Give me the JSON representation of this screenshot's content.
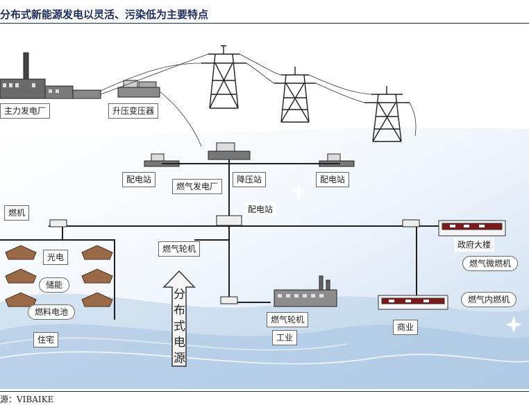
{
  "header": {
    "title": "分布式新能源发电以灵活、污染低为主要特点",
    "source": "源：VIBAIKE"
  },
  "diagram": {
    "labels": {
      "main_plant": "主力发电厂",
      "step_up": "升压变压器",
      "dist_left": "配电站",
      "gas_gen": "燃气发电厂",
      "step_down": "降压站",
      "dist_right": "配电站",
      "gas_unit": "燃机",
      "dist_center": "配电站",
      "gas_turbine_center": "燃气轮机",
      "pv": "光电",
      "storage": "储能",
      "fuel_cell": "燃料电池",
      "residential": "住宅",
      "government": "政府大楼",
      "micro_turbine": "燃气微燃机",
      "ice": "燃气内燃机",
      "commercial": "商业",
      "gas_turbine_industry": "燃气轮机",
      "industry": "工业"
    },
    "arrow_text": [
      "分",
      "布",
      "式",
      "电",
      "源"
    ]
  }
}
